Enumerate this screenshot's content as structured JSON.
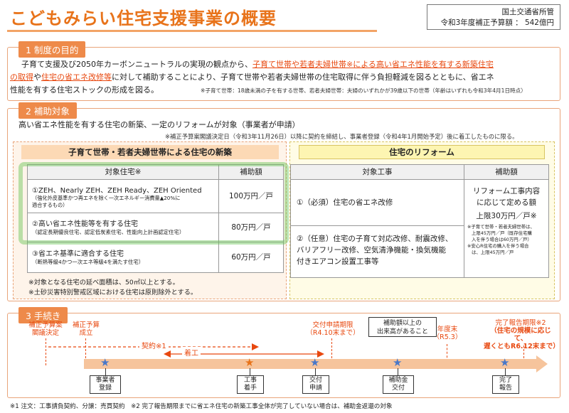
{
  "header": {
    "title": "こどもみらい住宅支援事業の概要",
    "ministry": "国土交通省所管",
    "budget": "令和3年度補正予算額 ： 542億円"
  },
  "section1": {
    "heading": "1 制度の目的",
    "line1_a": "子育て支援及び2050年カーボンニュートラルの実現の観点から、",
    "line1_b": "子育て世帯や若者夫婦世帯※による高い省エネ性能を有する新築住宅",
    "line2_a": "の取得",
    "line2_b": "や",
    "line2_c": "住宅の省エネ改修等",
    "line2_d": "に対して補助することにより、子育て世帯や若者夫婦世帯の住宅取得に伴う負担軽減を図るとともに、省エネ",
    "line3": "性能を有する住宅ストックの形成を図る。",
    "note": "※子育て世帯：18歳未満の子を有する世帯、若者夫婦世帯：夫婦のいずれかが39歳以下の世帯（年齢はいずれも令和3年4月1日時点）"
  },
  "section2": {
    "heading": "2 補助対象",
    "intro": "高い省エネ性能を有する住宅の新築、一定のリフォームが対象（事業者が申請）",
    "intro_note": "※補正予算案閣議決定日（令和3年11月26日）以降に契約を締結し、事業者登録（令和4年1月開始予定）後に着工したものに限る。",
    "new_build": {
      "label": "子育て世帯・若者夫婦世帯による住宅の新築",
      "col_target": "対象住宅※",
      "col_amount": "補助額",
      "rows": [
        {
          "title": "①ZEH、Nearly ZEH、ZEH Ready、ZEH Oriented",
          "sub1": "（強化外皮基準かつ再エネを除く一次エネルギー消費量▲20%に",
          "sub2": "適合するもの）",
          "amount": "100万円／戸"
        },
        {
          "title": "②高い省エネ性能等を有する住宅",
          "sub1": "（認定長期優良住宅、認定低炭素住宅、性能向上計画認定住宅）",
          "sub2": "",
          "amount": "80万円／戸"
        },
        {
          "title": "③省エネ基準に適合する住宅",
          "sub1": "（断熱等級4かつ一次エネ等級4を満たす住宅）",
          "sub2": "",
          "amount": "60万円／戸"
        }
      ],
      "note1": "※対象となる住宅の延べ面積は、50㎡以上とする。",
      "note2": "※土砂災害特別警戒区域における住宅は原則除外とする。"
    },
    "reform": {
      "label": "住宅のリフォーム",
      "col_target": "対象工事",
      "col_amount": "補助額",
      "row1": "①（必須）住宅の省エネ改修",
      "row2_l1": "②（任意）住宅の子育て対応改修、耐震改修、",
      "row2_l2": "バリアフリー改修、空気清浄機能・換気機能",
      "row2_l3": "付きエアコン設置工事等",
      "amt_l1": "リフォーム工事内容",
      "amt_l2": "に応じて定める額",
      "amt_l3": "上限30万円／戸※",
      "amt_n1": "※子育て世帯・若者夫婦世帯は、",
      "amt_n2": "上限45万円／戸（既存住宅購",
      "amt_n3": "入を伴う場合は60万円／戸）",
      "amt_n4": "※安心R住宅の購入を伴う場合",
      "amt_n5": "は、上限45万円／戸"
    }
  },
  "section3": {
    "heading": "3 手続き",
    "top_labels": [
      {
        "l1": "補正予算案",
        "l2": "閣議決定"
      },
      {
        "l1": "補正予算",
        "l2": "成立"
      }
    ],
    "deadline_l1": "交付申請期限",
    "deadline_l2": "（R4.10末まで）",
    "callout_l1": "補助額以上の",
    "callout_l2": "出来高があること",
    "fy_end_l1": "年度末",
    "fy_end_l2": "（R5.3）",
    "report_l1": "完了報告期限※2",
    "report_l2": "（住宅の規模に応じて、",
    "report_l3": "遅くともR6.12末まで）",
    "contract_label": "契約※1",
    "construction_label": "着工",
    "steps": [
      {
        "l1": "事業者",
        "l2": "登録"
      },
      {
        "l1": "工事",
        "l2": "着手"
      },
      {
        "l1": "交付",
        "l2": "申請"
      },
      {
        "l1": "補助金",
        "l2": "交付"
      },
      {
        "l1": "完了",
        "l2": "報告"
      }
    ],
    "footnote": "※1 注文：工事請負契約、分譲：売買契約　※2 完了報告期限までに省エネ住宅の新築工事全体が完了していない場合は、補助金返還の対象"
  },
  "colors": {
    "accent": "#e8731a",
    "section": "#ee8a4a",
    "red": "#e8480f",
    "star": "#4a78c8",
    "arrow": "#f6c49c"
  }
}
